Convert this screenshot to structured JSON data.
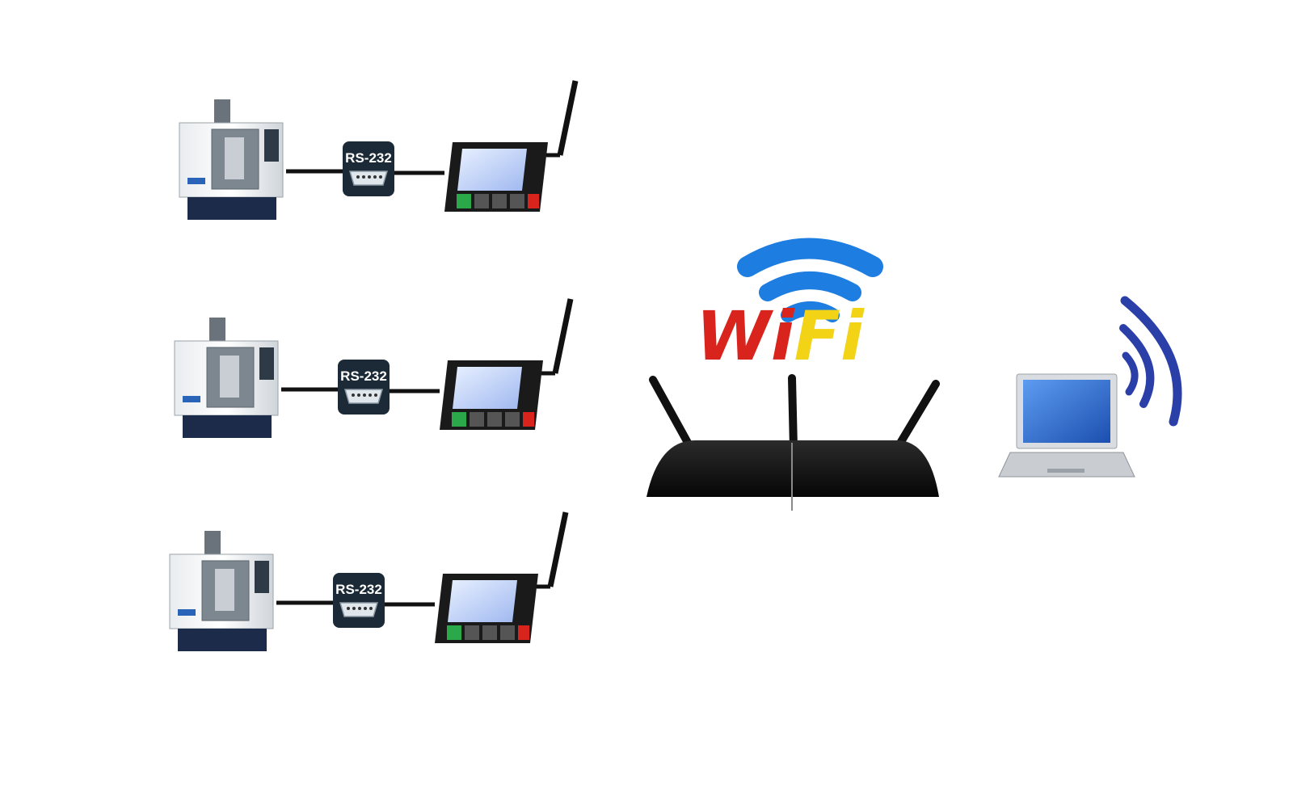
{
  "connector_label": "RS-232",
  "logo_text": "WiFi",
  "rows": [
    {
      "id": "row-1"
    },
    {
      "id": "row-2"
    },
    {
      "id": "row-3"
    }
  ],
  "colors": {
    "background": "#ffffff",
    "cable": "#111111",
    "connector_box": "#1b2a36",
    "wifi_blue": "#1e7de0",
    "wifi_red": "#d8241c",
    "wifi_yellow": "#f2d316",
    "router_body": "#111111",
    "laptop_screen": "#2f6fd1",
    "signal_arcs": "#2b3fa8"
  },
  "icons": [
    "cnc-machine-icon",
    "serial-port-icon",
    "data-collector-icon",
    "antenna-icon",
    "wifi-router-icon",
    "laptop-icon",
    "wireless-signal-icon"
  ]
}
